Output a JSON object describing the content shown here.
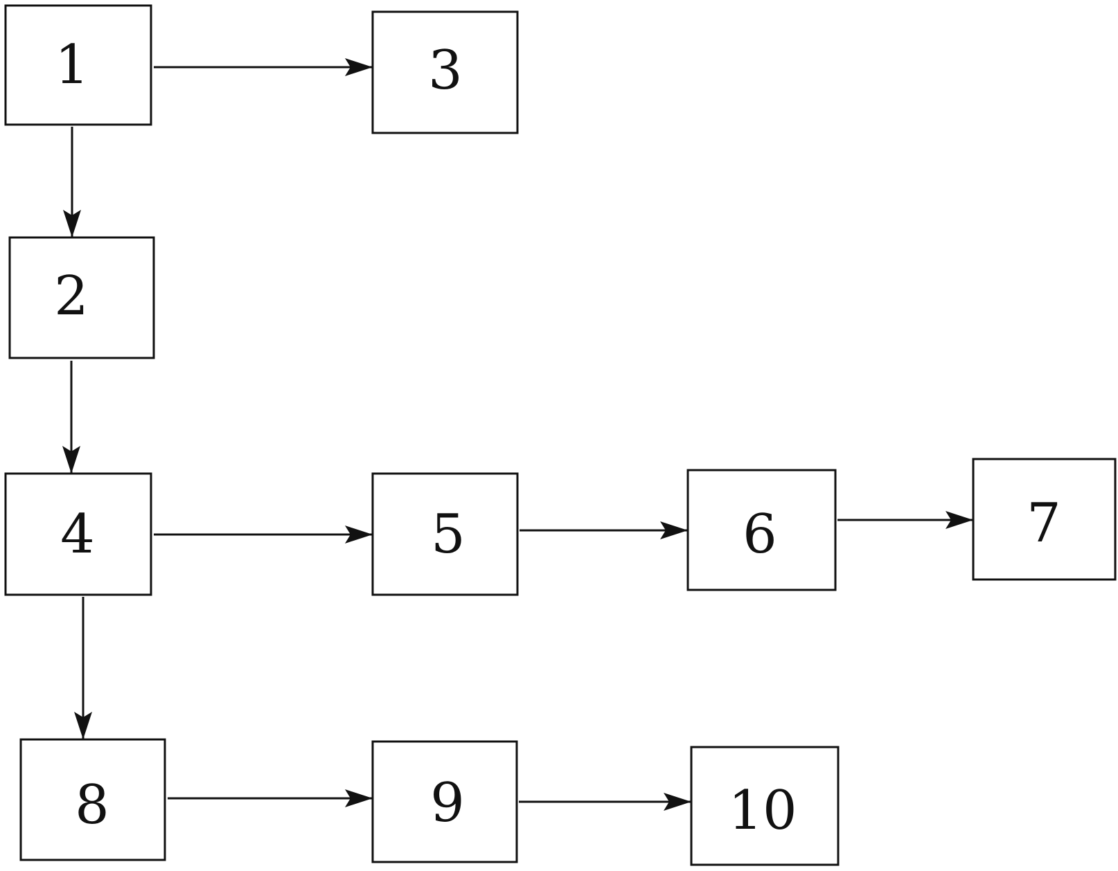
{
  "diagram": {
    "nodes": [
      {
        "id": "n1",
        "label": "1"
      },
      {
        "id": "n2",
        "label": "2"
      },
      {
        "id": "n3",
        "label": "3"
      },
      {
        "id": "n4",
        "label": "4"
      },
      {
        "id": "n5",
        "label": "5"
      },
      {
        "id": "n6",
        "label": "6"
      },
      {
        "id": "n7",
        "label": "7"
      },
      {
        "id": "n8",
        "label": "8"
      },
      {
        "id": "n9",
        "label": "9"
      },
      {
        "id": "n10",
        "label": "10"
      }
    ],
    "edges": [
      {
        "from": "n1",
        "to": "n3"
      },
      {
        "from": "n1",
        "to": "n2"
      },
      {
        "from": "n2",
        "to": "n4"
      },
      {
        "from": "n4",
        "to": "n5"
      },
      {
        "from": "n5",
        "to": "n6"
      },
      {
        "from": "n6",
        "to": "n7"
      },
      {
        "from": "n4",
        "to": "n8"
      },
      {
        "from": "n8",
        "to": "n9"
      },
      {
        "from": "n9",
        "to": "n10"
      }
    ],
    "colors": {
      "stroke": "#111111",
      "background": "#ffffff"
    }
  }
}
